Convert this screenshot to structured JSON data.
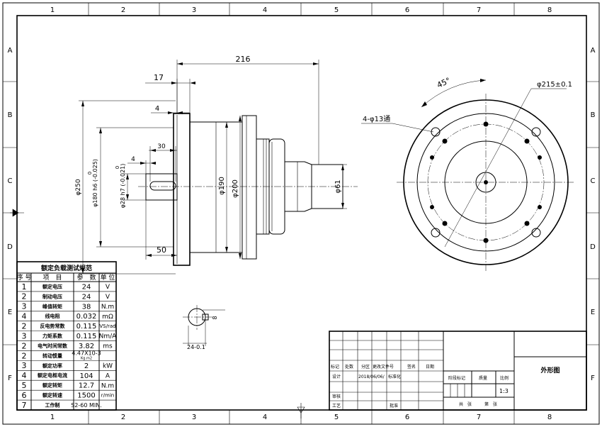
{
  "grid": {
    "cols": [
      "1",
      "2",
      "3",
      "4",
      "5",
      "6",
      "7",
      "8"
    ],
    "rows": [
      "A",
      "B",
      "C",
      "D",
      "E",
      "F"
    ]
  },
  "dims": {
    "d216": "216",
    "d17": "17",
    "d4a": "4",
    "d30": "30",
    "d4b": "4",
    "d50": "50",
    "phi250": "φ250",
    "phi180": "φ180 h6 (-0.025)",
    "phi180_upper": "0",
    "phi28": "φ28 h7 (-0.021)",
    "phi28_upper": "0",
    "phi190": "φ190",
    "phi200": "φ200",
    "phi61": "φ61",
    "holes": "4-φ13通",
    "angle": "45°",
    "pcd": "φ215±0.1",
    "key_w": "8",
    "key_h": "24-0.1"
  },
  "spec_table": {
    "title": "额定负载测试规范",
    "headers": [
      "序 号",
      "项　目",
      "参　数",
      "单 位"
    ],
    "rows": [
      [
        "1",
        "额定电压",
        "24",
        "V"
      ],
      [
        "2",
        "制动电压",
        "24",
        "V"
      ],
      [
        "3",
        "峰值转矩",
        "38",
        "N.m"
      ],
      [
        "4",
        "线电阻",
        "0.032",
        "mΩ"
      ],
      [
        "2",
        "反电势常数",
        "0.115",
        "VS/rad"
      ],
      [
        "3",
        "力矩系数",
        "0.115",
        "Nm/A"
      ],
      [
        "2",
        "电气时间常数",
        "3.82",
        "ms"
      ],
      [
        "2",
        "转动惯量",
        "4.47X10-3\nKg.m2",
        ""
      ],
      [
        "3",
        "额定功率",
        "2",
        "kW"
      ],
      [
        "4",
        "额定电枢电流",
        "104",
        "A"
      ],
      [
        "5",
        "额定转矩",
        "12.7",
        "N.m"
      ],
      [
        "6",
        "额定转速",
        "1500",
        "r/min"
      ],
      [
        "7",
        "工作制",
        "S2-60 MIN.",
        ""
      ]
    ]
  },
  "title_block": {
    "biaoji": "标记",
    "chushu": "处数",
    "fenqu": "分区",
    "gengai": "更改文件号",
    "qianming": "签名",
    "riqi": "日期",
    "sheji": "设计",
    "date_val": "2018/06/06/",
    "biaozhunhua": "标准化",
    "shenhe": "审核",
    "gongyi": "工艺",
    "pizhun": "批准",
    "jieduan": "阶段标记",
    "zhongliang": "质量",
    "bili": "比例",
    "scale_val": "1:3",
    "gong": "共　张",
    "di": "第　张",
    "drawing_title": "外形图"
  }
}
